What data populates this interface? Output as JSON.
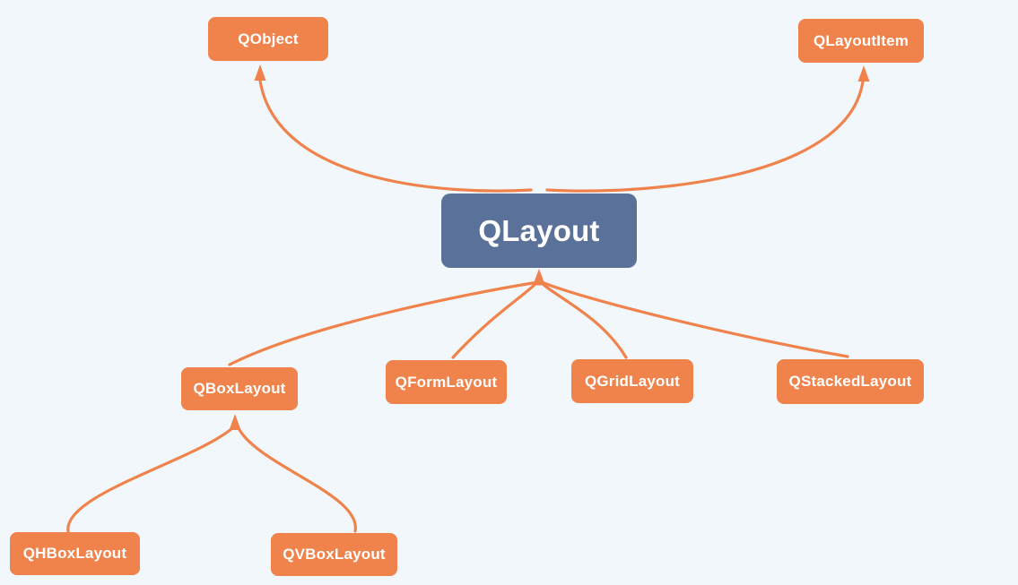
{
  "diagram": {
    "nodes": {
      "qobject": {
        "label": "QObject"
      },
      "qlayoutitem": {
        "label": "QLayoutItem"
      },
      "qlayout": {
        "label": "QLayout"
      },
      "qboxlayout": {
        "label": "QBoxLayout"
      },
      "qformlayout": {
        "label": "QFormLayout"
      },
      "qgridlayout": {
        "label": "QGridLayout"
      },
      "qstackedlayout": {
        "label": "QStackedLayout"
      },
      "qhboxlayout": {
        "label": "QHBoxLayout"
      },
      "qvboxlayout": {
        "label": "QVBoxLayout"
      }
    },
    "edges": [
      {
        "from": "QLayout",
        "to": "QObject"
      },
      {
        "from": "QLayout",
        "to": "QLayoutItem"
      },
      {
        "from": "QBoxLayout",
        "to": "QLayout"
      },
      {
        "from": "QFormLayout",
        "to": "QLayout"
      },
      {
        "from": "QGridLayout",
        "to": "QLayout"
      },
      {
        "from": "QStackedLayout",
        "to": "QLayout"
      },
      {
        "from": "QHBoxLayout",
        "to": "QBoxLayout"
      },
      {
        "from": "QVBoxLayout",
        "to": "QBoxLayout"
      }
    ],
    "colors": {
      "background": "#f1f7fb",
      "node_orange": "#f0824b",
      "node_blue": "#5a7199",
      "arrow": "#f0824b",
      "text": "#ffffff"
    }
  }
}
